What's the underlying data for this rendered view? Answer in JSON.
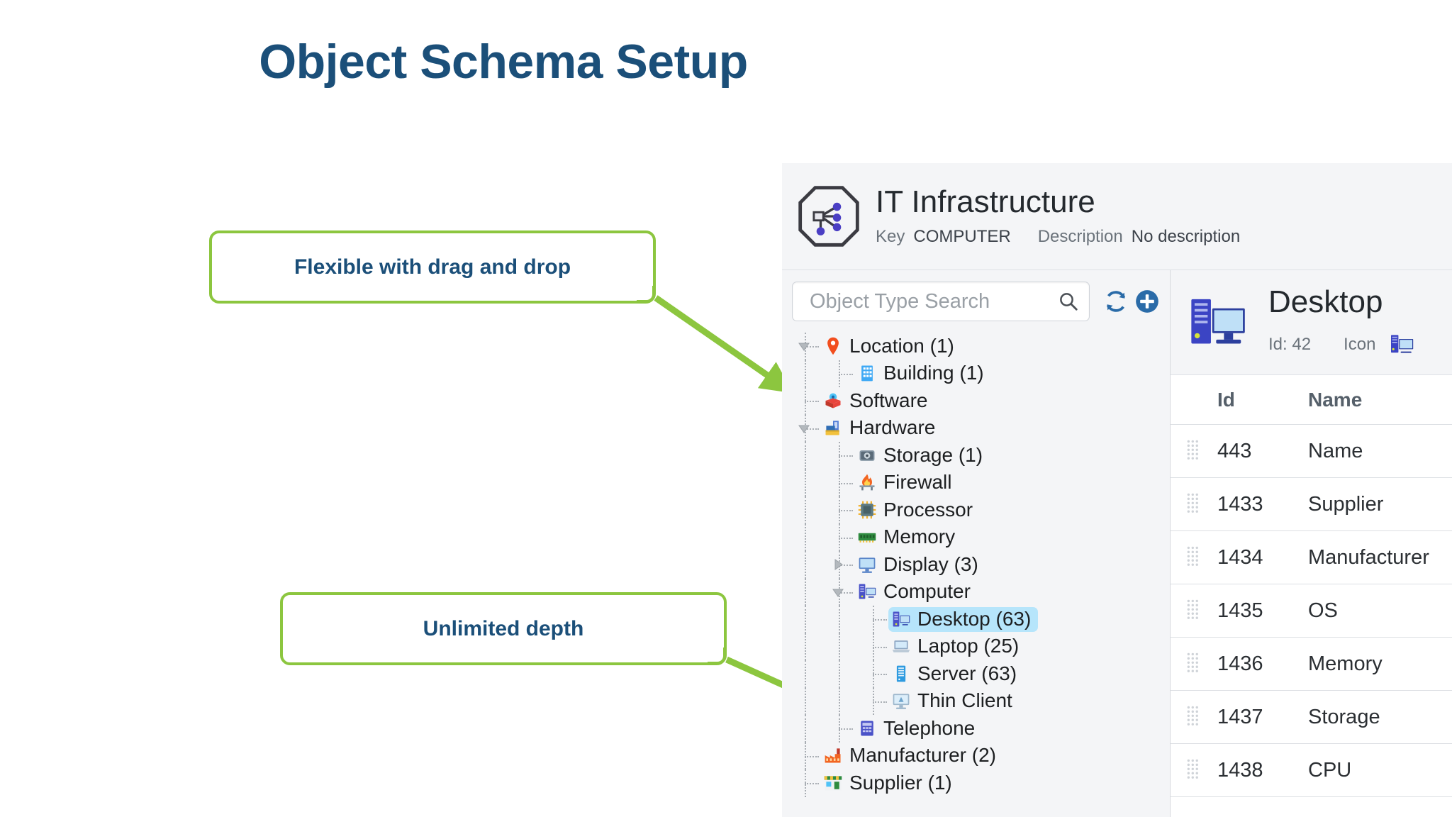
{
  "slide": {
    "title": "Object Schema Setup",
    "title_color": "#1B4F79",
    "callout_border_color": "#8CC63F",
    "arrow_color": "#8CC63F"
  },
  "callouts": [
    {
      "text": "Flexible with drag and drop"
    },
    {
      "text": "Unlimited depth"
    }
  ],
  "app": {
    "header": {
      "schema_name": "IT Infrastructure",
      "key_label": "Key",
      "key_value": "COMPUTER",
      "description_label": "Description",
      "description_value": "No description",
      "avatar_icon": "schema-network-icon"
    },
    "tree_panel": {
      "search": {
        "placeholder": "Object Type Search",
        "value": "",
        "icon": "search-icon"
      },
      "actions": [
        {
          "name": "refresh-icon",
          "label": "Refresh"
        },
        {
          "name": "add-circle-icon",
          "label": "Add"
        }
      ],
      "nodes": [
        {
          "label": "Location (1)",
          "depth": 0,
          "icon": "location-pin-icon",
          "toggle": "expanded",
          "selected": false
        },
        {
          "label": "Building (1)",
          "depth": 1,
          "icon": "building-icon",
          "toggle": "none",
          "selected": false
        },
        {
          "label": "Software",
          "depth": 0,
          "icon": "software-box-icon",
          "toggle": "none",
          "selected": false
        },
        {
          "label": "Hardware",
          "depth": 0,
          "icon": "hardware-case-icon",
          "toggle": "expanded",
          "selected": false
        },
        {
          "label": "Storage (1)",
          "depth": 1,
          "icon": "hard-disk-icon",
          "toggle": "none",
          "selected": false
        },
        {
          "label": "Firewall",
          "depth": 1,
          "icon": "firewall-icon",
          "toggle": "none",
          "selected": false
        },
        {
          "label": "Processor",
          "depth": 1,
          "icon": "cpu-chip-icon",
          "toggle": "none",
          "selected": false
        },
        {
          "label": "Memory",
          "depth": 1,
          "icon": "memory-ram-icon",
          "toggle": "none",
          "selected": false
        },
        {
          "label": "Display (3)",
          "depth": 1,
          "icon": "monitor-icon",
          "toggle": "collapsed",
          "selected": false
        },
        {
          "label": "Computer",
          "depth": 1,
          "icon": "computer-icon",
          "toggle": "expanded",
          "selected": false
        },
        {
          "label": "Desktop (63)",
          "depth": 2,
          "icon": "desktop-icon",
          "toggle": "none",
          "selected": true
        },
        {
          "label": "Laptop (25)",
          "depth": 2,
          "icon": "laptop-icon",
          "toggle": "none",
          "selected": false
        },
        {
          "label": "Server (63)",
          "depth": 2,
          "icon": "server-rack-icon",
          "toggle": "none",
          "selected": false
        },
        {
          "label": "Thin Client",
          "depth": 2,
          "icon": "thin-client-icon",
          "toggle": "none",
          "selected": false
        },
        {
          "label": "Telephone",
          "depth": 1,
          "icon": "telephone-icon",
          "toggle": "none",
          "selected": false
        },
        {
          "label": "Manufacturer (2)",
          "depth": 0,
          "icon": "factory-icon",
          "toggle": "none",
          "selected": false
        },
        {
          "label": "Supplier (1)",
          "depth": 0,
          "icon": "store-icon",
          "toggle": "none",
          "selected": false
        }
      ]
    },
    "detail_panel": {
      "title": "Desktop",
      "id_label": "Id: 42",
      "icon_label": "Icon",
      "avatar_icon": "desktop-tower-monitor-icon",
      "icon_preview": "desktop-small-icon",
      "table": {
        "columns": [
          "Id",
          "Name"
        ],
        "rows": [
          {
            "id": "443",
            "name": "Name"
          },
          {
            "id": "1433",
            "name": "Supplier"
          },
          {
            "id": "1434",
            "name": "Manufacturer"
          },
          {
            "id": "1435",
            "name": "OS"
          },
          {
            "id": "1436",
            "name": "Memory"
          },
          {
            "id": "1437",
            "name": "Storage"
          },
          {
            "id": "1438",
            "name": "CPU"
          }
        ]
      }
    }
  }
}
